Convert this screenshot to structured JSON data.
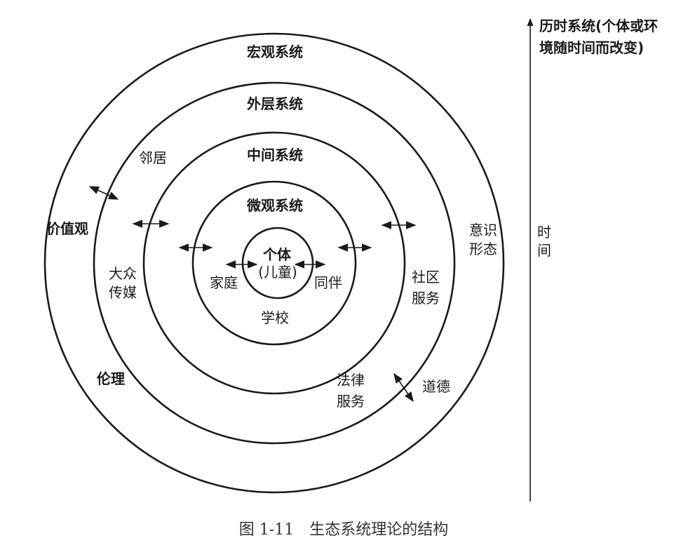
{
  "systems": {
    "macro": "宏观系统",
    "exo": "外层系统",
    "meso": "中间系统",
    "micro": "微观系统"
  },
  "individual": {
    "line1": "个体",
    "line2": "(儿童)"
  },
  "micro_items": {
    "family": "家庭",
    "peers": "同伴",
    "school": "学校"
  },
  "exo_items": {
    "neighbors": "邻居",
    "mass_media_1": "大众",
    "mass_media_2": "传媒",
    "community_1": "社区",
    "community_2": "服务",
    "legal_1": "法律",
    "legal_2": "服务"
  },
  "macro_items": {
    "values": "价值观",
    "ideology_1": "意识",
    "ideology_2": "形态",
    "ethics": "伦理",
    "morality": "道德"
  },
  "chrono": {
    "line1": "历时系统(个体或环",
    "line2": "境随时间而改变)",
    "time_1": "时",
    "time_2": "间"
  },
  "caption": "图 1-11　生态系统理论的结构"
}
